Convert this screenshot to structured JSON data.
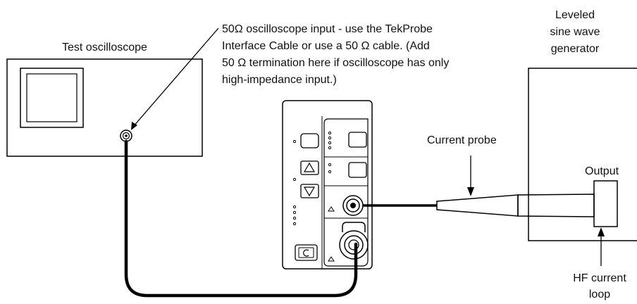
{
  "labels": {
    "test_oscilloscope": "Test oscilloscope",
    "generator_line1": "Leveled",
    "generator_line2": "sine wave",
    "generator_line3": "generator",
    "callout_line1": "50Ω oscilloscope input - use the TekProbe",
    "callout_line2": "Interface Cable or use a 50 Ω cable. (Add",
    "callout_line3": "50 Ω termination here if oscilloscope has only",
    "callout_line4": "high-impedance input.)",
    "current_probe": "Current probe",
    "output": "Output",
    "hf_line1": "HF current",
    "hf_line2": "loop"
  },
  "icons": {
    "up_arrow": "up-triangle",
    "down_arrow": "down-triangle",
    "degauss": "circular-arrow"
  }
}
